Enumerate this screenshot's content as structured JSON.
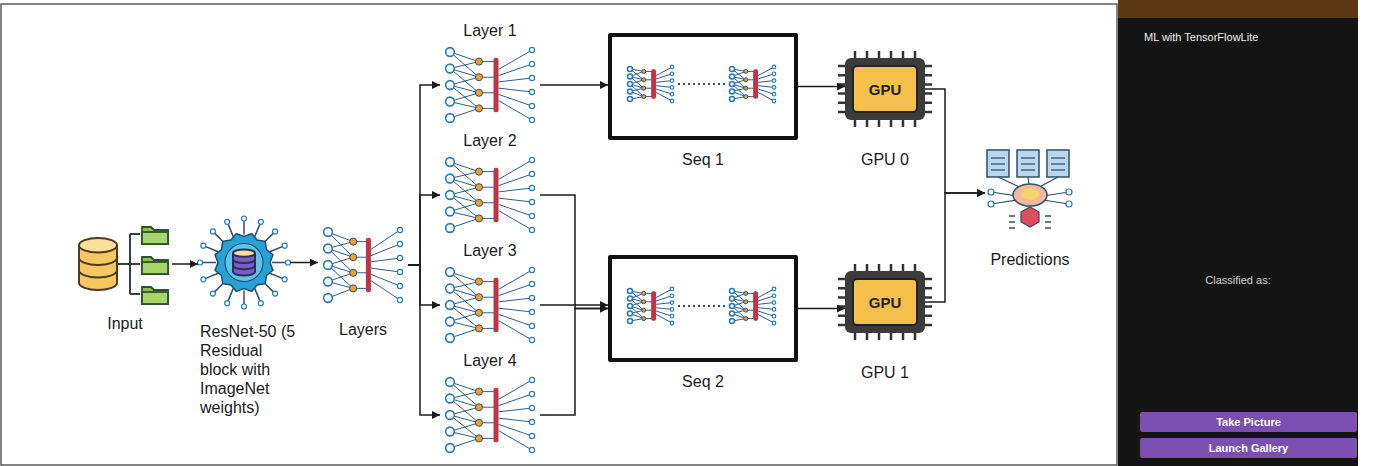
{
  "diagram": {
    "nodes": [
      {
        "text": [
          "Input"
        ]
      },
      {
        "text": [
          "ResNet-50 (5 Residual block with ImageNet weights)"
        ]
      },
      {
        "text": [
          "Layers"
        ]
      },
      {
        "text": [
          "Layer 1"
        ]
      },
      {
        "text": [
          "Layer 2"
        ]
      },
      {
        "text": [
          "Layer 3"
        ]
      },
      {
        "text": [
          "Layer 4"
        ]
      },
      {
        "text": [
          "Seq 1"
        ]
      },
      {
        "text": [
          "Seq 2"
        ]
      },
      {
        "text": [
          "GPU",
          "GPU 0"
        ]
      },
      {
        "text": [
          "GPU",
          "GPU 1"
        ]
      },
      {
        "text": [
          "Predictions"
        ]
      },
      {
        "text": [
          "ML with TensorFlowLite",
          "Classified as:"
        ]
      },
      {
        "text": [
          "Take Picture"
        ],
        "in": 12
      },
      {
        "text": [
          "Launch Gallery"
        ],
        "in": 12
      }
    ],
    "edges": [
      {
        "from": 0,
        "to": 1,
        "arrow": "to"
      },
      {
        "from": 1,
        "to": 2,
        "arrow": "to"
      },
      {
        "from": 2,
        "to": 3,
        "arrow": "to"
      },
      {
        "from": 2,
        "to": 4,
        "arrow": "to"
      },
      {
        "from": 2,
        "to": 5,
        "arrow": "to"
      },
      {
        "from": 2,
        "to": 6,
        "arrow": "to"
      },
      {
        "from": 3,
        "to": 7,
        "arrow": "to"
      },
      {
        "from": 4,
        "to": 8,
        "arrow": "to"
      },
      {
        "from": 5,
        "to": 8,
        "arrow": "to"
      },
      {
        "from": 6,
        "to": 8,
        "arrow": "to"
      },
      {
        "from": 7,
        "to": 9,
        "arrow": "to"
      },
      {
        "from": 8,
        "to": 10,
        "arrow": "to"
      },
      {
        "from": 9,
        "to": 11,
        "arrow": "to"
      },
      {
        "from": 10,
        "to": 11,
        "arrow": "to"
      }
    ]
  }
}
